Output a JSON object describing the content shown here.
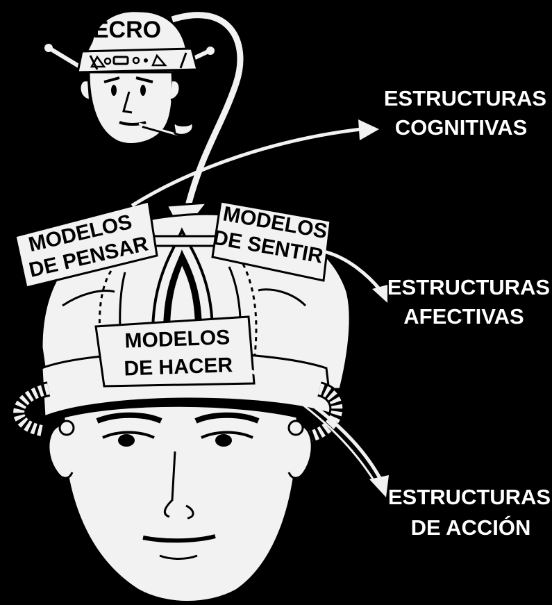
{
  "hat_label": "ECRO",
  "models": {
    "thinking": {
      "line1": "MODELOS",
      "line2": "DE PENSAR"
    },
    "feeling": {
      "line1": "MODELOS",
      "line2": "DE SENTIR"
    },
    "doing": {
      "line1": "MODELOS",
      "line2": "DE HACER"
    }
  },
  "structures": {
    "cognitive": {
      "line1": "ESTRUCTURAS",
      "line2": "COGNITIVAS"
    },
    "affective": {
      "line1": "ESTRUCTURAS",
      "line2": "AFECTIVAS"
    },
    "action": {
      "line1": "ESTRUCTURAS",
      "line2": "DE ACCIÓN"
    }
  },
  "colors": {
    "background": "#000000",
    "figure": "#f2f2f2",
    "ink": "#000000",
    "text_on_dark": "#ffffff"
  }
}
